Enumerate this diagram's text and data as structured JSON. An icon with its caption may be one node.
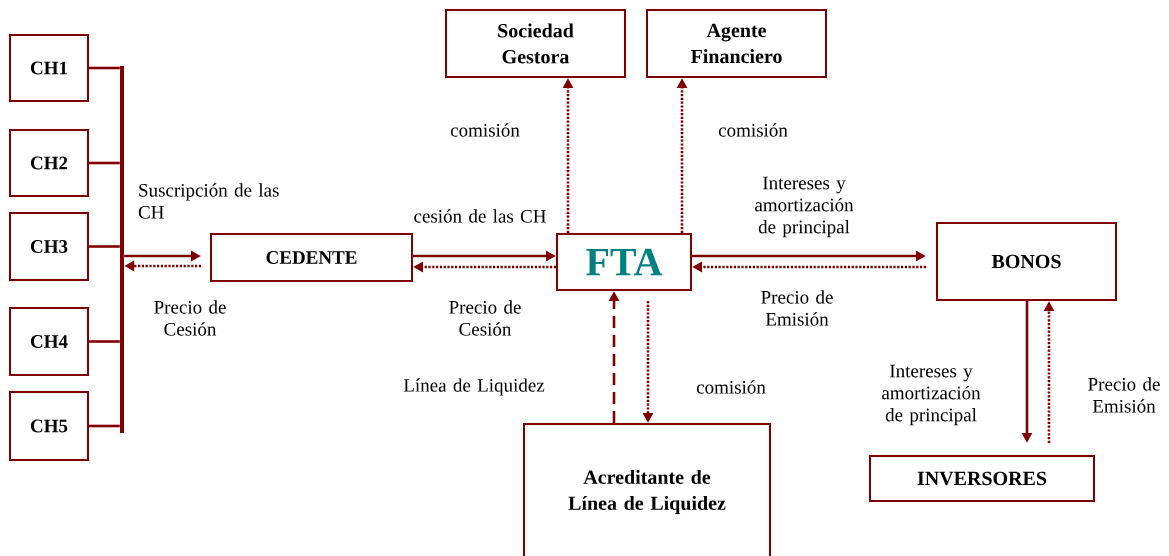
{
  "diagram": {
    "nodes": [
      {
        "text": [
          "CH1"
        ]
      },
      {
        "text": [
          "CH2"
        ]
      },
      {
        "text": [
          "CH3"
        ]
      },
      {
        "text": [
          "CH4"
        ]
      },
      {
        "text": [
          "CH5"
        ]
      },
      {
        "text": [],
        "shape": "bar"
      },
      {
        "text": [
          "CEDENTE"
        ]
      },
      {
        "text": [
          "Sociedad Gestora"
        ]
      },
      {
        "text": [
          "Agente Financiero"
        ]
      },
      {
        "text": [
          "FTA"
        ]
      },
      {
        "text": [
          "BONOS"
        ]
      },
      {
        "text": [
          "Acreditante de Línea de Liquidez"
        ]
      },
      {
        "text": [
          "INVERSORES"
        ]
      }
    ],
    "edges": [
      {
        "from": 0,
        "to": 5,
        "arrow": "none"
      },
      {
        "from": 1,
        "to": 5,
        "arrow": "none"
      },
      {
        "from": 2,
        "to": 5,
        "arrow": "none"
      },
      {
        "from": 3,
        "to": 5,
        "arrow": "none"
      },
      {
        "from": 4,
        "to": 5,
        "arrow": "none"
      },
      {
        "from": 5,
        "to": 6,
        "arrow": "to",
        "label": "Suscripción de las CH"
      },
      {
        "from": 6,
        "to": 5,
        "arrow": "to",
        "style": "dashed",
        "label": "Precio de Cesión"
      },
      {
        "from": 6,
        "to": 9,
        "arrow": "to",
        "label": "cesión de las CH"
      },
      {
        "from": 9,
        "to": 6,
        "arrow": "to",
        "style": "dashed",
        "label": "Precio de Cesión"
      },
      {
        "from": 9,
        "to": 7,
        "arrow": "to",
        "style": "dashed",
        "label": "comisión"
      },
      {
        "from": 9,
        "to": 8,
        "arrow": "to",
        "style": "dashed",
        "label": "comisión"
      },
      {
        "from": 9,
        "to": 10,
        "arrow": "to",
        "label": "Intereses y amortización de principal"
      },
      {
        "from": 10,
        "to": 9,
        "arrow": "to",
        "style": "dashed",
        "label": "Precio de Emisión"
      },
      {
        "from": 11,
        "to": 9,
        "arrow": "to",
        "style": "dashed",
        "label": "Línea de Liquidez"
      },
      {
        "from": 9,
        "to": 11,
        "arrow": "to",
        "style": "dashed",
        "label": "comisión"
      },
      {
        "from": 10,
        "to": 12,
        "arrow": "to",
        "label": "Intereses y amortización de principal"
      },
      {
        "from": 12,
        "to": 10,
        "arrow": "to",
        "style": "dashed",
        "label": "Precio de Emisión"
      }
    ]
  }
}
